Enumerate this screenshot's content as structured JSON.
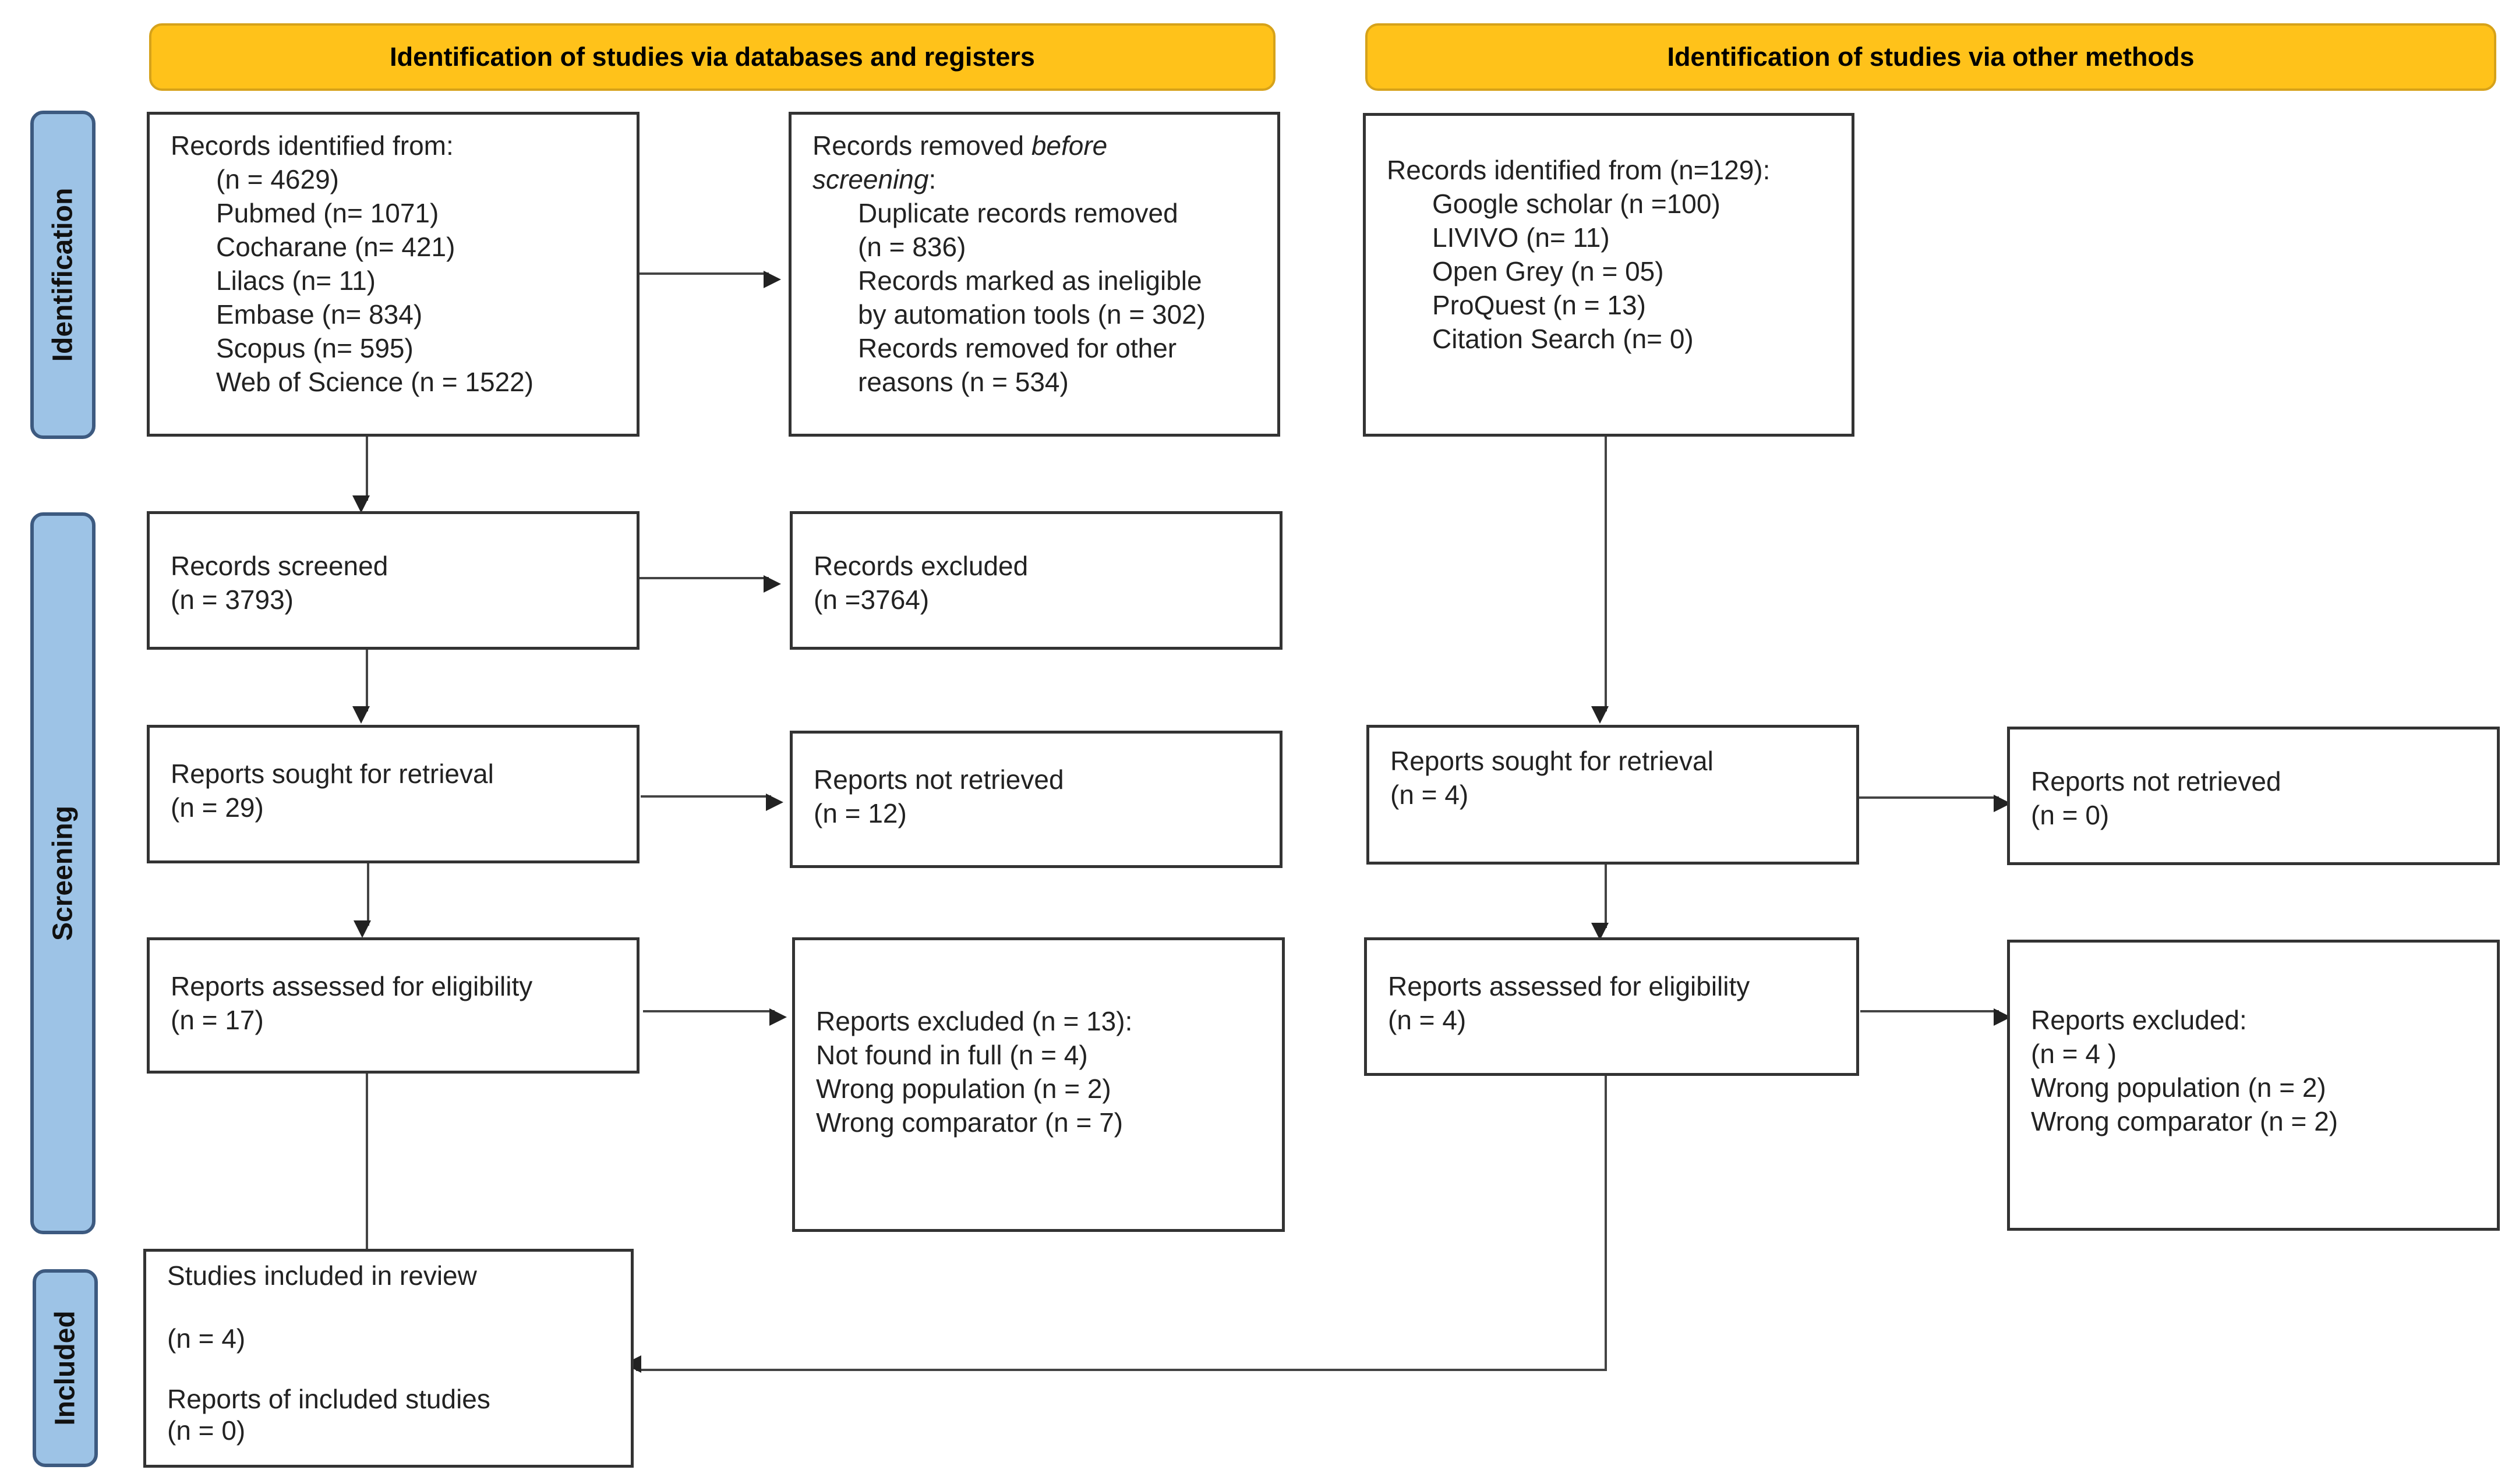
{
  "headers": {
    "databases": "Identification of studies via databases and registers",
    "other": "Identification of studies via other methods"
  },
  "phases": {
    "identification": "Identification",
    "screening": "Screening",
    "included": "Included"
  },
  "db": {
    "identified": {
      "title": "Records identified from:",
      "total": "(n = 4629)",
      "sources": [
        "Pubmed (n= 1071)",
        "Cocharane (n= 421)",
        "Lilacs (n= 11)",
        "Embase (n= 834)",
        "Scopus (n= 595)",
        "Web of Science (n = 1522)"
      ]
    },
    "removed": {
      "title_pre": "Records removed ",
      "title_em": "before",
      "title_em2": "screening",
      "title_post": ":",
      "dup_label": "Duplicate records removed",
      "dup_n": "(n = 836)",
      "auto_label": "Records marked as ineligible",
      "auto_n": "by automation tools (n = 302)",
      "other_label": "Records removed for other",
      "other_n": "reasons (n = 534)"
    },
    "screened": {
      "label": "Records screened",
      "n": "(n = 3793)"
    },
    "excluded": {
      "label": "Records excluded",
      "n": "(n =3764)"
    },
    "sought": {
      "label": "Reports sought for retrieval",
      "n": "(n = 29)"
    },
    "not_retrieved": {
      "label": "Reports not retrieved",
      "n": "(n = 12)"
    },
    "assessed": {
      "label": "Reports assessed for eligibility",
      "n": "(n = 17)"
    },
    "reports_excluded": {
      "title": "Reports excluded (n = 13):",
      "reasons": [
        "Not found in full (n = 4)",
        "Wrong population  (n = 2)",
        "Wrong comparator (n = 7)"
      ]
    },
    "included": {
      "label": "Studies included in review",
      "n": "(n = 4)",
      "reports_label": "Reports of included studies",
      "reports_n": "(n = 0)"
    }
  },
  "other": {
    "identified": {
      "title": "Records identified from (n=129):",
      "sources": [
        "Google scholar (n =100)",
        "LIVIVO (n= 11)",
        "Open Grey (n = 05)",
        "ProQuest (n = 13)",
        "Citation Search (n= 0)"
      ]
    },
    "sought": {
      "label": "Reports sought for retrieval",
      "n": "(n = 4)"
    },
    "not_retrieved": {
      "label": "Reports not retrieved",
      "n": "(n = 0)"
    },
    "assessed": {
      "label": "Reports assessed for eligibility",
      "n": "(n = 4)"
    },
    "reports_excluded": {
      "title": "Reports excluded:",
      "n": "(n = 4 )",
      "reasons": [
        "Wrong population  (n = 2)",
        "Wrong comparator (n = 2)"
      ]
    }
  },
  "colors": {
    "header_fill": "#ffc21a",
    "phase_fill": "#9dc3e6",
    "phase_border": "#3d5a80",
    "box_border": "#333333"
  }
}
